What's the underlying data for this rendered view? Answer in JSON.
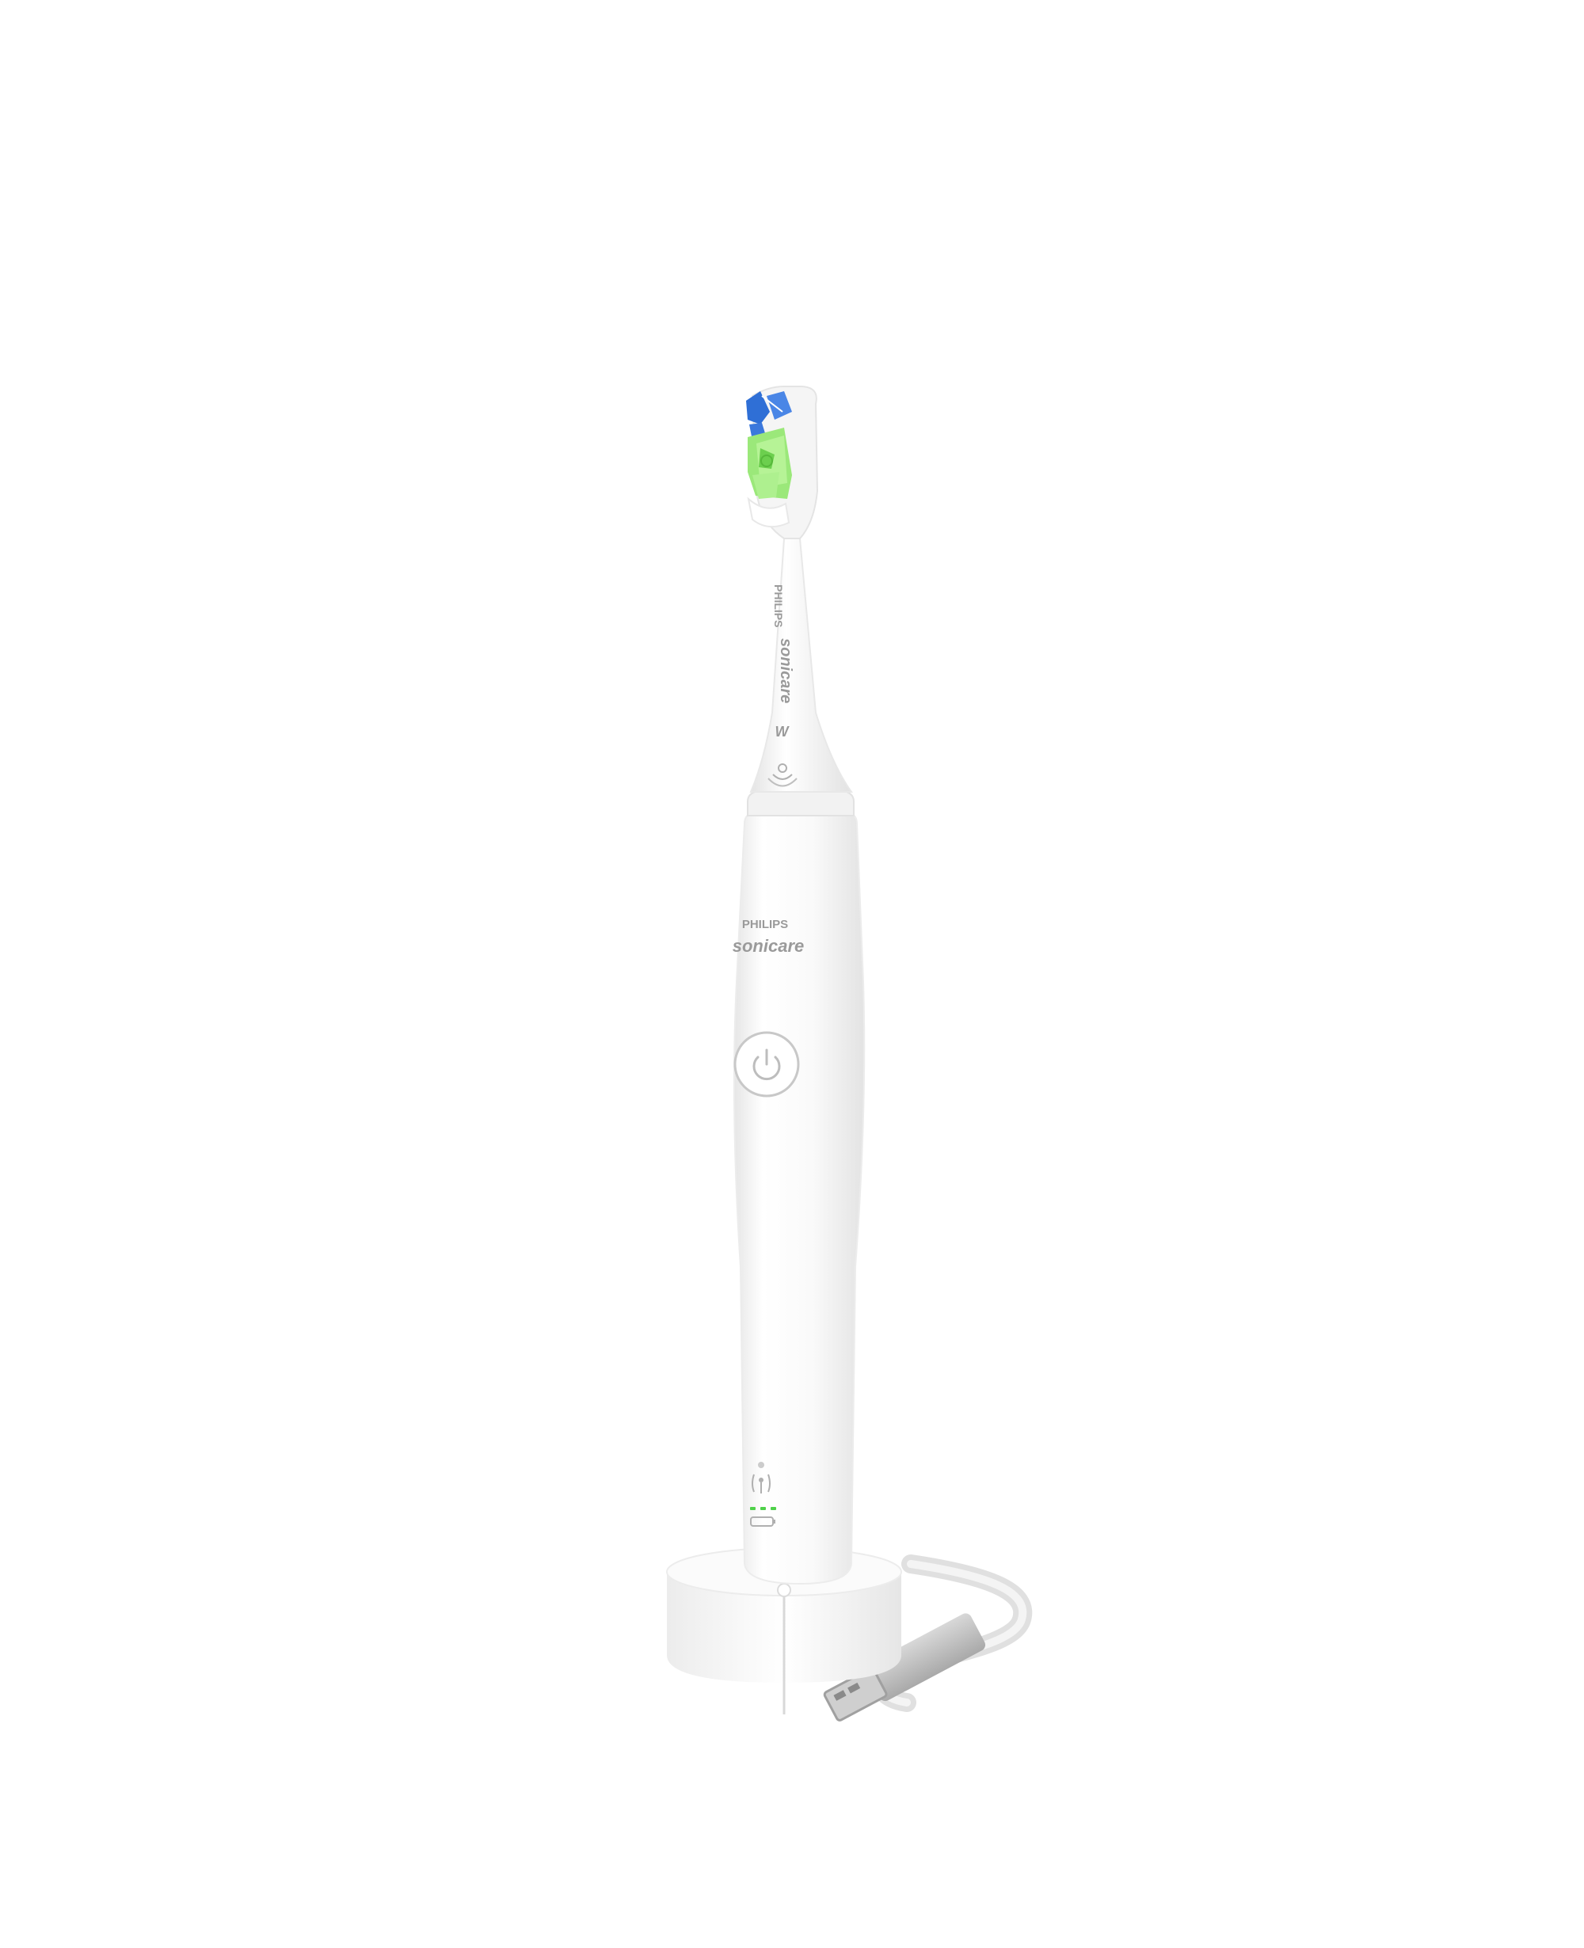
{
  "product": {
    "brand_top": "PHILIPS",
    "brand_main": "sonicare",
    "head_brand_top": "PHILIPS",
    "head_brand_main": "sonicare",
    "head_mark": "W",
    "battery_level": 1.0
  },
  "colors": {
    "background": "#ffffff",
    "body": "#f7f7f7",
    "body_shade": "#e9e9e9",
    "bristle_blue": "#2f6fd6",
    "bristle_green": "#8fe36a",
    "indicator_green": "#4fd14a",
    "cable": "#e2e2e2",
    "usb_plug": "#c9c9c9"
  },
  "icons": {
    "power_button": "power-icon",
    "sensor": "pressure-sensor-icon",
    "battery": "battery-icon",
    "head_chip": "rfid-waves-icon"
  }
}
